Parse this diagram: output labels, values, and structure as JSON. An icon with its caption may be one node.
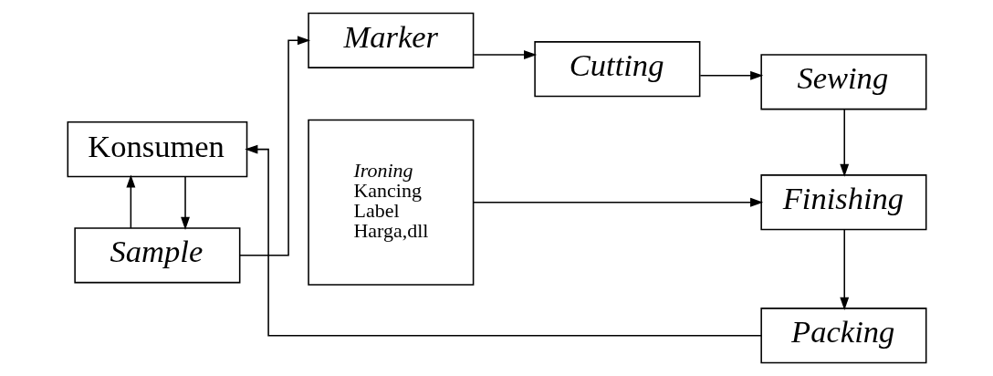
{
  "diagram": {
    "nodes": [
      {
        "text": [
          "Sample"
        ]
      },
      {
        "text": [
          "Marker"
        ]
      },
      {
        "text": [
          "Cutting"
        ]
      },
      {
        "text": [
          "Sewing"
        ]
      },
      {
        "text": [
          "Konsumen"
        ]
      },
      {
        "text": [
          "Ironing",
          "Kancing",
          "Label",
          "Harga,dll"
        ]
      },
      {
        "text": [
          "Finishing"
        ]
      },
      {
        "text": [
          "Packing"
        ]
      }
    ],
    "edges": [
      {
        "from": 0,
        "to": 1,
        "arrow": "to"
      },
      {
        "from": 1,
        "to": 2,
        "arrow": "to"
      },
      {
        "from": 2,
        "to": 3,
        "arrow": "to"
      },
      {
        "from": 4,
        "to": 0,
        "arrow": "to"
      },
      {
        "from": 0,
        "to": 4,
        "arrow": "to"
      },
      {
        "from": 3,
        "to": 6,
        "arrow": "to"
      },
      {
        "from": 5,
        "to": 6,
        "arrow": "to"
      },
      {
        "from": 6,
        "to": 7,
        "arrow": "to"
      },
      {
        "from": 7,
        "to": 4,
        "arrow": "to"
      }
    ]
  }
}
